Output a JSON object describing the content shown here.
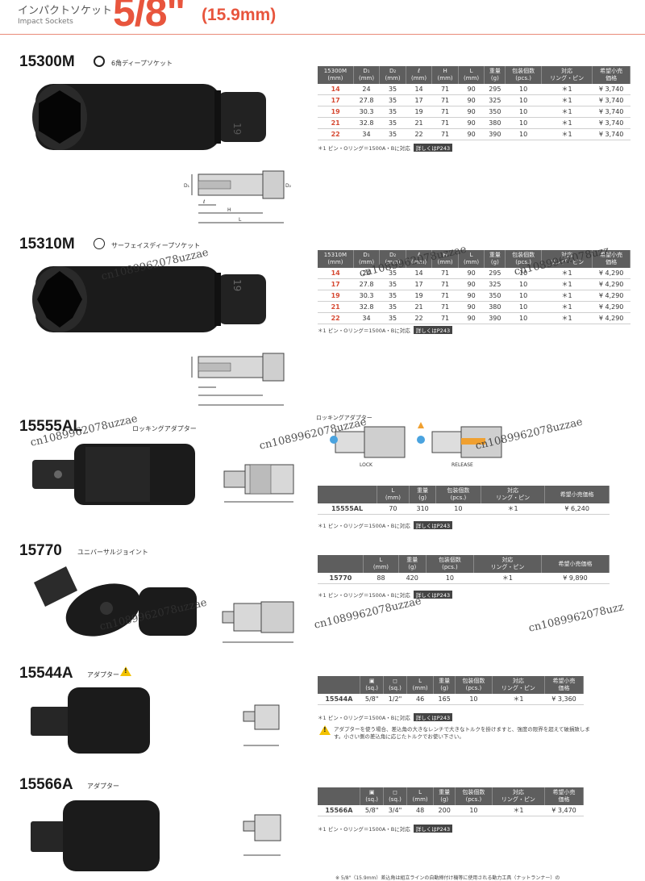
{
  "header": {
    "category_jp": "インパクトソケット",
    "category_en": "Impact Sockets",
    "drive_size": "5/8\"",
    "drive_mm": "(15.9mm)"
  },
  "sections": {
    "s15300m": {
      "code": "15300M",
      "name_jp": "6角ディープソケット",
      "headers": [
        "15300M\n(mm)",
        "D₁\n(mm)",
        "D₂\n(mm)",
        "ℓ\n(mm)",
        "H\n(mm)",
        "L\n(mm)",
        "重量\n(g)",
        "包装個数\n(pcs.)",
        "対応\nリング・ピン",
        "希望小売\n価格"
      ],
      "rows": [
        [
          "14",
          "24",
          "35",
          "14",
          "71",
          "90",
          "295",
          "10",
          "＊1",
          "¥ 3,740"
        ],
        [
          "17",
          "27.8",
          "35",
          "17",
          "71",
          "90",
          "325",
          "10",
          "＊1",
          "¥ 3,740"
        ],
        [
          "19",
          "30.3",
          "35",
          "19",
          "71",
          "90",
          "350",
          "10",
          "＊1",
          "¥ 3,740"
        ],
        [
          "21",
          "32.8",
          "35",
          "21",
          "71",
          "90",
          "380",
          "10",
          "＊1",
          "¥ 3,740"
        ],
        [
          "22",
          "34",
          "35",
          "22",
          "71",
          "90",
          "390",
          "10",
          "＊1",
          "¥ 3,740"
        ]
      ],
      "note": "＊1 ピン・Oリング＝1500A・Bに対応",
      "note_tag": "詳しくはP243"
    },
    "s15310m": {
      "code": "15310M",
      "name_jp": "サーフェイスディープソケット",
      "headers": [
        "15310M\n(mm)",
        "D₁\n(mm)",
        "D₂\n(mm)",
        "ℓ\n(mm)",
        "H\n(mm)",
        "L\n(mm)",
        "重量\n(g)",
        "包装個数\n(pcs.)",
        "対応\nリング・ピン",
        "希望小売\n価格"
      ],
      "rows": [
        [
          "14",
          "24",
          "35",
          "14",
          "71",
          "90",
          "295",
          "10",
          "＊1",
          "¥ 4,290"
        ],
        [
          "17",
          "27.8",
          "35",
          "17",
          "71",
          "90",
          "325",
          "10",
          "＊1",
          "¥ 4,290"
        ],
        [
          "19",
          "30.3",
          "35",
          "19",
          "71",
          "90",
          "350",
          "10",
          "＊1",
          "¥ 4,290"
        ],
        [
          "21",
          "32.8",
          "35",
          "21",
          "71",
          "90",
          "380",
          "10",
          "＊1",
          "¥ 4,290"
        ],
        [
          "22",
          "34",
          "35",
          "22",
          "71",
          "90",
          "390",
          "10",
          "＊1",
          "¥ 4,290"
        ]
      ],
      "note": "＊1 ピン・Oリング＝1500A・Bに対応",
      "note_tag": "詳しくはP243"
    },
    "s15555al": {
      "code": "15555AL",
      "name_jp": "ロッキングアダプター",
      "lock_title": "ロッキングアダプター",
      "lock_label": "LOCK",
      "release_label": "RELEASE",
      "headers": [
        "",
        "L\n(mm)",
        "重量\n(g)",
        "包装個数\n(pcs.)",
        "対応\nリング・ピン",
        "希望小売価格"
      ],
      "rows": [
        [
          "15555AL",
          "70",
          "310",
          "10",
          "＊1",
          "¥ 6,240"
        ]
      ],
      "note": "＊1 ピン・Oリング＝1500A・Bに対応",
      "note_tag": "詳しくはP243"
    },
    "s15770": {
      "code": "15770",
      "name_jp": "ユニバーサルジョイント",
      "headers": [
        "",
        "L\n(mm)",
        "重量\n(g)",
        "包装個数\n(pcs.)",
        "対応\nリング・ピン",
        "希望小売価格"
      ],
      "rows": [
        [
          "15770",
          "88",
          "420",
          "10",
          "＊1",
          "¥ 9,890"
        ]
      ],
      "note": "＊1 ピン・Oリング＝1500A・Bに対応",
      "note_tag": "詳しくはP243"
    },
    "s15544a": {
      "code": "15544A",
      "name_jp": "アダプター",
      "headers": [
        "",
        "▣\n(sq.)",
        "◻\n(sq.)",
        "L\n(mm)",
        "重量\n(g)",
        "包装個数\n(pcs.)",
        "対応\nリング・ピン",
        "希望小売\n価格"
      ],
      "rows": [
        [
          "15544A",
          "5/8\"",
          "1/2\"",
          "46",
          "165",
          "10",
          "＊1",
          "¥ 3,360"
        ]
      ],
      "note": "＊1 ピン・Oリング＝1500A・Bに対応",
      "note_tag": "詳しくはP243",
      "warning": "アダプターを使う場合、差込角の大きなレンチで大きなトルクを掛けますと、強度の限界を超えて破損致します。小さい側の差込角に応じたトルクでお使い下さい。"
    },
    "s15566a": {
      "code": "15566A",
      "name_jp": "アダプター",
      "headers": [
        "",
        "▣\n(sq.)",
        "◻\n(sq.)",
        "L\n(mm)",
        "重量\n(g)",
        "包装個数\n(pcs.)",
        "対応\nリング・ピン",
        "希望小売\n価格"
      ],
      "rows": [
        [
          "15566A",
          "5/8\"",
          "3/4\"",
          "48",
          "200",
          "10",
          "＊1",
          "¥ 3,470"
        ]
      ],
      "note": "＊1 ピン・Oリング＝1500A・Bに対応",
      "note_tag": "詳しくはP243"
    }
  },
  "footer_note": "※ 5/8\"（15.9mm）差込角は組立ラインの自動締付け機等に使用される動力工具（ナットランナー）の",
  "watermarks": [
    "cn1089962078uzzae",
    "cn1089962078uzz"
  ],
  "dim_labels": {
    "d1": "D₁",
    "d2": "D₂",
    "l_small": "ℓ",
    "h": "H",
    "l": "L"
  },
  "colors": {
    "accent": "#e8553d",
    "table_header": "#5e5e5e",
    "product": "#1b1b1b"
  }
}
